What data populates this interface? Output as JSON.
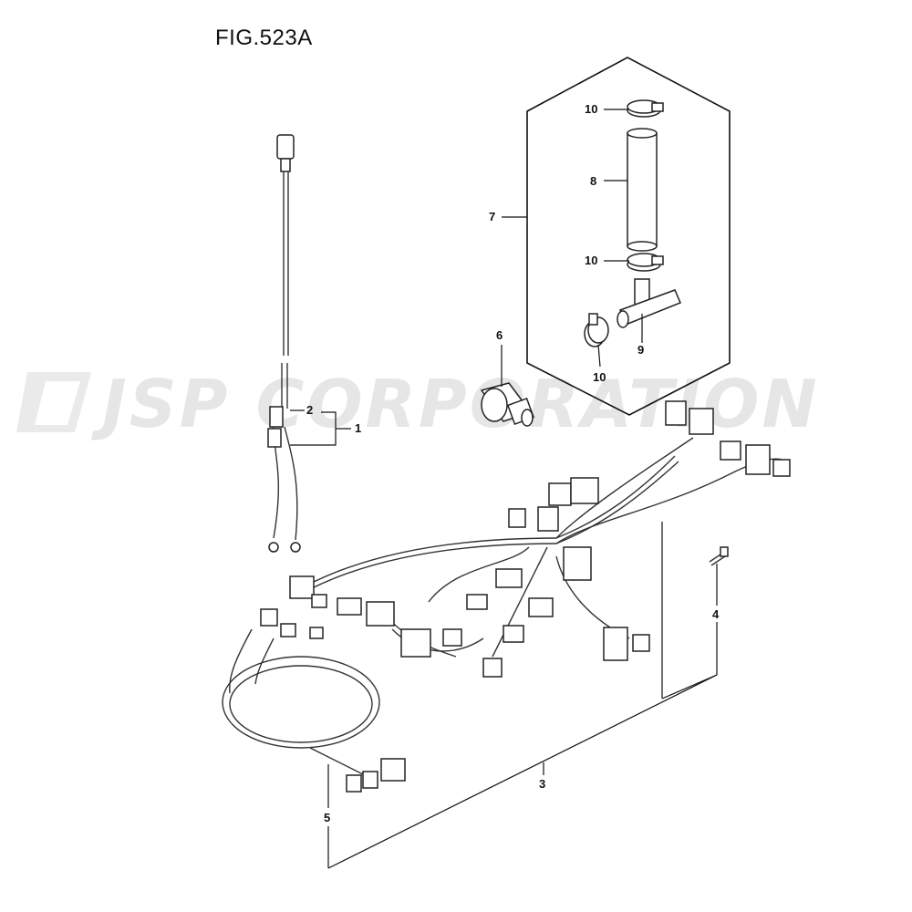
{
  "figure": {
    "title": "FIG.523A"
  },
  "watermark": {
    "text": "JSP CORPORATION"
  },
  "callouts": [
    {
      "id": "1",
      "label": "1"
    },
    {
      "id": "2",
      "label": "2"
    },
    {
      "id": "3",
      "label": "3"
    },
    {
      "id": "4",
      "label": "4"
    },
    {
      "id": "5",
      "label": "5"
    },
    {
      "id": "6",
      "label": "6"
    },
    {
      "id": "7",
      "label": "7"
    },
    {
      "id": "8",
      "label": "8"
    },
    {
      "id": "9",
      "label": "9"
    },
    {
      "id": "10a",
      "label": "10"
    },
    {
      "id": "10b",
      "label": "10"
    },
    {
      "id": "10c",
      "label": "10"
    }
  ]
}
